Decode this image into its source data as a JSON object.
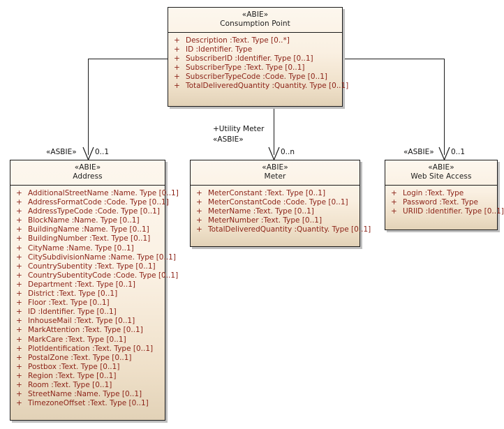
{
  "diagram": {
    "title": "Consumption Point UML Class Diagram",
    "colors": {
      "box_fill_top": "#fdf7ee",
      "box_fill_bottom": "#e2d2b7",
      "box_border": "#1a1a1a",
      "attribute_text": "#8c2318",
      "header_text": "#1b1b1b",
      "shadow": "#bfbfbf",
      "connector": "#1a1a1a",
      "canvas": "#ffffff"
    }
  },
  "classes": [
    {
      "id": "consumption-point",
      "stereotype": "«ABIE»",
      "name": "Consumption Point",
      "attributes": [
        {
          "visibility": "+",
          "text": "Description  :Text. Type [0..*]"
        },
        {
          "visibility": "+",
          "text": "ID  :Identifier. Type"
        },
        {
          "visibility": "+",
          "text": "SubscriberID  :Identifier. Type [0..1]"
        },
        {
          "visibility": "+",
          "text": "SubscriberType  :Text. Type [0..1]"
        },
        {
          "visibility": "+",
          "text": "SubscriberTypeCode  :Code. Type [0..1]"
        },
        {
          "visibility": "+",
          "text": "TotalDeliveredQuantity  :Quantity. Type [0..1]"
        }
      ]
    },
    {
      "id": "address",
      "stereotype": "«ABIE»",
      "name": "Address",
      "attributes": [
        {
          "visibility": "+",
          "text": "AdditionalStreetName  :Name. Type [0..1]"
        },
        {
          "visibility": "+",
          "text": "AddressFormatCode  :Code. Type [0..1]"
        },
        {
          "visibility": "+",
          "text": "AddressTypeCode  :Code. Type [0..1]"
        },
        {
          "visibility": "+",
          "text": "BlockName  :Name. Type [0..1]"
        },
        {
          "visibility": "+",
          "text": "BuildingName  :Name. Type [0..1]"
        },
        {
          "visibility": "+",
          "text": "BuildingNumber  :Text. Type [0..1]"
        },
        {
          "visibility": "+",
          "text": "CityName  :Name. Type [0..1]"
        },
        {
          "visibility": "+",
          "text": "CitySubdivisionName  :Name. Type [0..1]"
        },
        {
          "visibility": "+",
          "text": "CountrySubentity  :Text. Type [0..1]"
        },
        {
          "visibility": "+",
          "text": "CountrySubentityCode  :Code. Type [0..1]"
        },
        {
          "visibility": "+",
          "text": "Department  :Text. Type [0..1]"
        },
        {
          "visibility": "+",
          "text": "District  :Text. Type [0..1]"
        },
        {
          "visibility": "+",
          "text": "Floor  :Text. Type [0..1]"
        },
        {
          "visibility": "+",
          "text": "ID  :Identifier. Type [0..1]"
        },
        {
          "visibility": "+",
          "text": "InhouseMail  :Text. Type [0..1]"
        },
        {
          "visibility": "+",
          "text": "MarkAttention  :Text. Type [0..1]"
        },
        {
          "visibility": "+",
          "text": "MarkCare  :Text. Type [0..1]"
        },
        {
          "visibility": "+",
          "text": "PlotIdentification  :Text. Type [0..1]"
        },
        {
          "visibility": "+",
          "text": "PostalZone  :Text. Type [0..1]"
        },
        {
          "visibility": "+",
          "text": "Postbox  :Text. Type [0..1]"
        },
        {
          "visibility": "+",
          "text": "Region  :Text. Type [0..1]"
        },
        {
          "visibility": "+",
          "text": "Room  :Text. Type [0..1]"
        },
        {
          "visibility": "+",
          "text": "StreetName  :Name. Type [0..1]"
        },
        {
          "visibility": "+",
          "text": "TimezoneOffset  :Text. Type [0..1]"
        }
      ]
    },
    {
      "id": "meter",
      "stereotype": "«ABIE»",
      "name": "Meter",
      "attributes": [
        {
          "visibility": "+",
          "text": "MeterConstant  :Text. Type [0..1]"
        },
        {
          "visibility": "+",
          "text": "MeterConstantCode  :Code. Type [0..1]"
        },
        {
          "visibility": "+",
          "text": "MeterName  :Text. Type [0..1]"
        },
        {
          "visibility": "+",
          "text": "MeterNumber  :Text. Type [0..1]"
        },
        {
          "visibility": "+",
          "text": "TotalDeliveredQuantity  :Quantity. Type [0..1]"
        }
      ]
    },
    {
      "id": "web-site-access",
      "stereotype": "«ABIE»",
      "name": "Web Site Access",
      "attributes": [
        {
          "visibility": "+",
          "text": "Login  :Text. Type"
        },
        {
          "visibility": "+",
          "text": "Password  :Text. Type"
        },
        {
          "visibility": "+",
          "text": "URIID  :Identifier. Type [0..1]"
        }
      ]
    }
  ],
  "associations": [
    {
      "id": "cp-to-address",
      "source": "consumption-point",
      "target": "address",
      "stereotype": "«ASBIE»",
      "multiplicity": "0..1",
      "role": ""
    },
    {
      "id": "cp-to-meter",
      "source": "consumption-point",
      "target": "meter",
      "stereotype": "«ASBIE»",
      "multiplicity": "0..n",
      "role": "+Utility Meter"
    },
    {
      "id": "cp-to-website",
      "source": "consumption-point",
      "target": "web-site-access",
      "stereotype": "«ASBIE»",
      "multiplicity": "0..1",
      "role": ""
    }
  ]
}
